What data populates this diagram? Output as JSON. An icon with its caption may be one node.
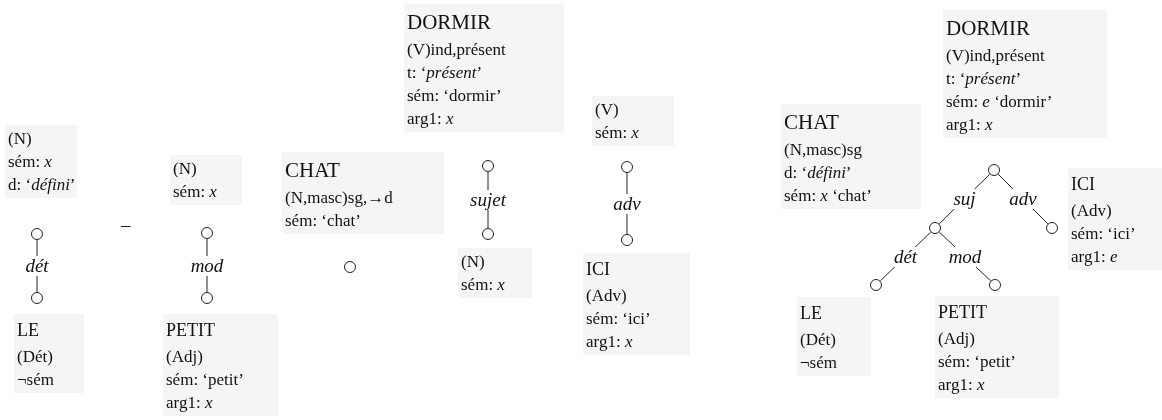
{
  "diagram": {
    "nodes": [
      {
        "text": [
          "(N)",
          "sém: *x*",
          "d: ‘*défini*’"
        ]
      },
      {
        "text": [],
        "shape": "circle"
      },
      {
        "text": [],
        "shape": "circle"
      },
      {
        "text": [
          "LE",
          "(Dét)",
          "¬sém"
        ]
      },
      {
        "text": [
          "(N)",
          "sém: *x*"
        ]
      },
      {
        "text": [],
        "shape": "circle"
      },
      {
        "text": [],
        "shape": "circle"
      },
      {
        "text": [
          "PETIT",
          "(Adj)",
          "sém: ‘petit’",
          "arg1: *x*"
        ]
      },
      {
        "text": [
          "CHAT",
          "(N,masc)sg,→d",
          "sém: ‘chat’"
        ]
      },
      {
        "text": [],
        "shape": "circle"
      },
      {
        "text": [
          "DORMIR",
          "(V)ind,présent",
          "t: ‘*présent*’",
          "sém: ‘dormir’",
          "arg1: *x*"
        ]
      },
      {
        "text": [],
        "shape": "circle"
      },
      {
        "text": [],
        "shape": "circle"
      },
      {
        "text": [
          "(N)",
          "sém: *x*"
        ]
      },
      {
        "text": [
          "(V)",
          "sém: *x*"
        ]
      },
      {
        "text": [],
        "shape": "circle"
      },
      {
        "text": [],
        "shape": "circle"
      },
      {
        "text": [
          "ICI",
          "(Adv)",
          "sém: ‘ici’",
          "arg1: *x*"
        ]
      },
      {
        "text": [
          "CHAT",
          "(N,masc)sg",
          "d: ‘*défini*’",
          "sém: *x* ‘chat’"
        ]
      },
      {
        "text": [
          "DORMIR",
          "(V)ind,présent",
          "t: ‘*présent*’",
          "sém: *e* ‘dormir’",
          "arg1:  *x*"
        ]
      },
      {
        "text": [],
        "shape": "circle"
      },
      {
        "text": [
          "ICI",
          "(Adv)",
          "sém: ‘ici’",
          "arg1: *e*"
        ]
      },
      {
        "text": [],
        "shape": "circle"
      },
      {
        "text": [],
        "shape": "circle"
      },
      {
        "text": [],
        "shape": "circle"
      },
      {
        "text": [],
        "shape": "circle"
      },
      {
        "text": [
          "LE",
          "(Dét)",
          "¬sém"
        ]
      },
      {
        "text": [
          "PETIT",
          "(Adj)",
          "sém: ‘petit’",
          "arg1: *x*"
        ]
      }
    ],
    "edges": [
      {
        "from": 1,
        "to": 2,
        "arrow": "none",
        "label": "dét"
      },
      {
        "from": 5,
        "to": 6,
        "arrow": "none",
        "label": "mod"
      },
      {
        "from": 11,
        "to": 12,
        "arrow": "none",
        "label": "sujet"
      },
      {
        "from": 15,
        "to": 16,
        "arrow": "none",
        "label": "adv"
      },
      {
        "from": 20,
        "to": 22,
        "arrow": "none",
        "label": "suj"
      },
      {
        "from": 20,
        "to": 23,
        "arrow": "none",
        "label": "adv"
      },
      {
        "from": 22,
        "to": 24,
        "arrow": "none",
        "label": "dét"
      },
      {
        "from": 22,
        "to": 25,
        "arrow": "none",
        "label": "mod"
      }
    ],
    "labels": [
      "–"
    ]
  }
}
